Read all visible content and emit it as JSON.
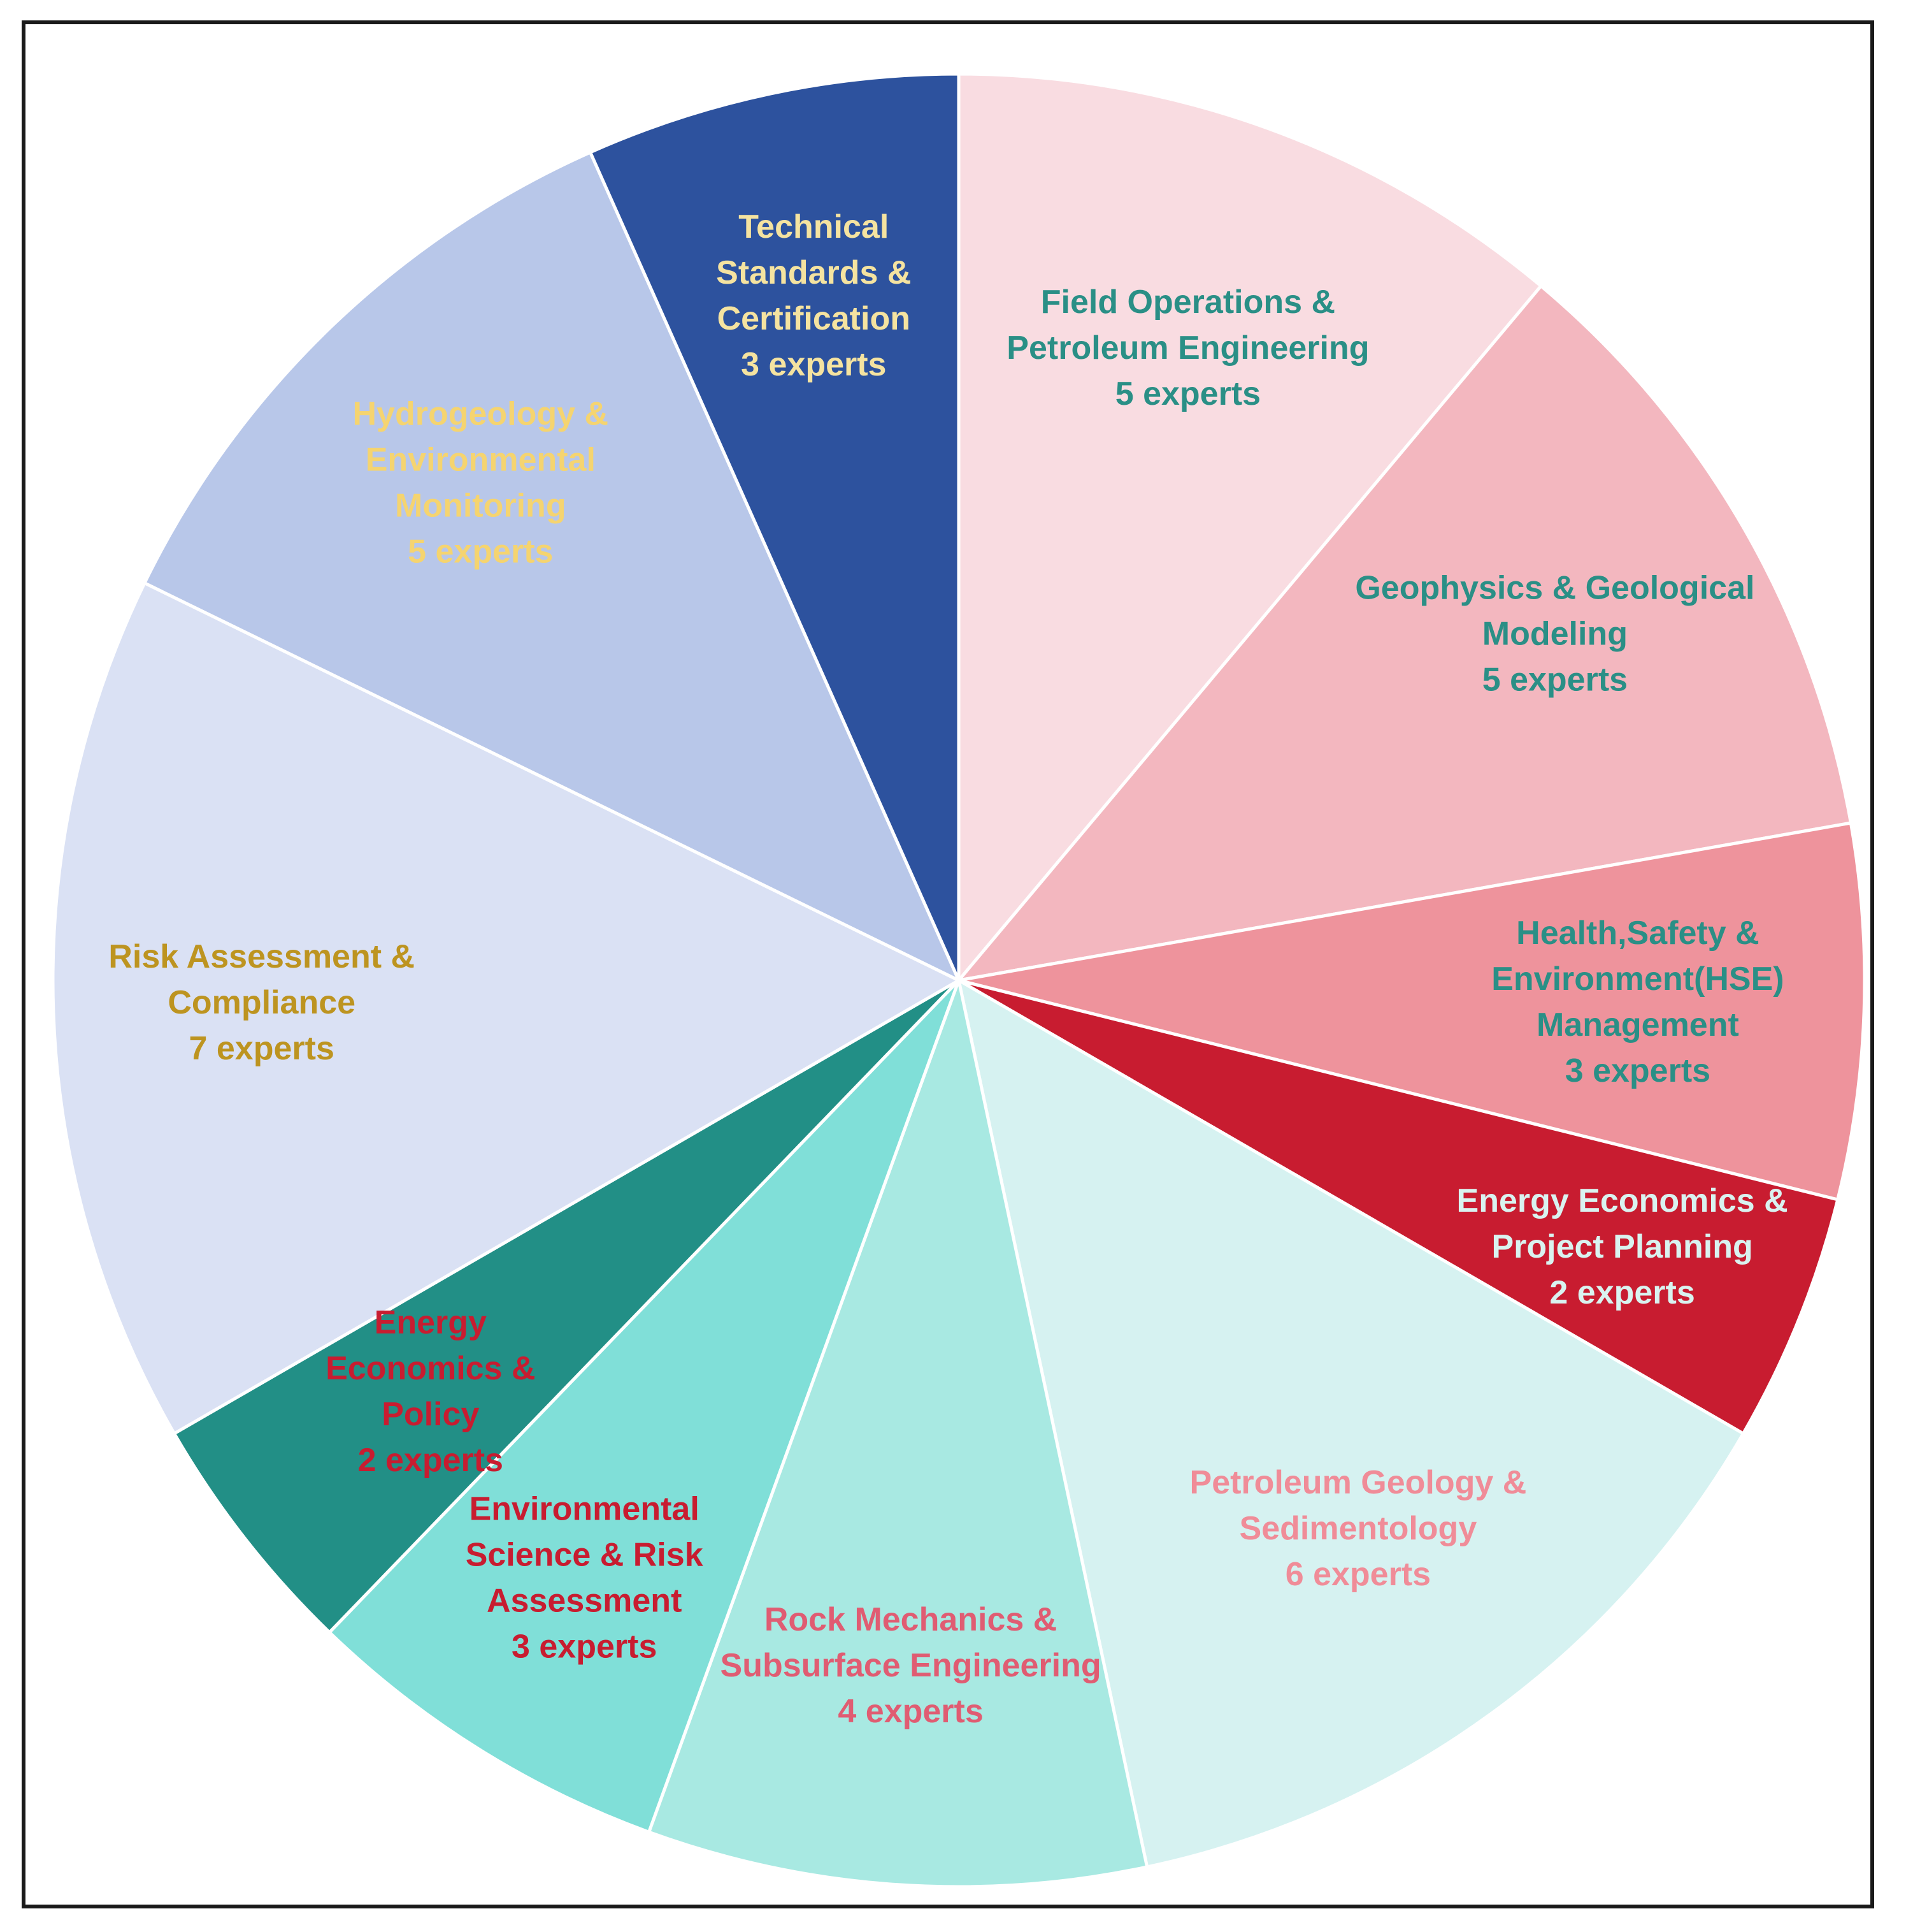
{
  "chart_data": {
    "type": "pie",
    "title": "",
    "start": "top",
    "direction": "clockwise",
    "legend": "none",
    "slices": [
      {
        "label": "Field Operations & Petroleum Engineering",
        "lines": [
          "Field Operations &",
          "Petroleum Engineering",
          "5 experts"
        ],
        "value": 5,
        "color": "#F9DCE1",
        "label_color": "#2A8F86"
      },
      {
        "label": "Geophysics & Geological Modeling",
        "lines": [
          "Geophysics & Geological",
          "Modeling",
          "5 experts"
        ],
        "value": 5,
        "color": "#F3B7BF",
        "label_color": "#2A8F86"
      },
      {
        "label": "Health,Safety & Environment(HSE) Management",
        "lines": [
          "Health,Safety &",
          "Environment(HSE)",
          "Management",
          "3 experts"
        ],
        "value": 3,
        "color": "#EE939C",
        "label_color": "#2A8F86"
      },
      {
        "label": "Energy Economics & Project Planning",
        "lines": [
          "Energy Economics &",
          "Project Planning",
          "2 experts"
        ],
        "value": 2,
        "color": "#C81C30",
        "label_color": "#D9F3F0"
      },
      {
        "label": "Petroleum Geology & Sedimentology",
        "lines": [
          "Petroleum Geology &",
          "Sedimentology",
          "6 experts"
        ],
        "value": 6,
        "color": "#D6F2F1",
        "label_color": "#F08C98"
      },
      {
        "label": "Rock Mechanics & Subsurface Engineering",
        "lines": [
          "Rock Mechanics &",
          "Subsurface Engineering",
          "4 experts"
        ],
        "value": 4,
        "color": "#A8E9E2",
        "label_color": "#E05C72"
      },
      {
        "label": "Environmental Science & Risk Assessment",
        "lines": [
          "Environmental",
          "Science & Risk",
          "Assessment",
          "3 experts"
        ],
        "value": 3,
        "color": "#80DFD8",
        "label_color": "#C81C30"
      },
      {
        "label": "Energy Economics & Policy",
        "lines": [
          "Energy",
          "Economics &",
          "Policy",
          "2 experts"
        ],
        "value": 2,
        "color": "#228F86",
        "label_color": "#C81C30"
      },
      {
        "label": "Risk Assessment & Compliance",
        "lines": [
          "Risk Assessment &",
          "Compliance",
          "7 experts"
        ],
        "value": 7,
        "color": "#DAE1F4",
        "label_color": "#BD9420"
      },
      {
        "label": "Hydrogeology & Environmental Monitoring",
        "lines": [
          "Hydrogeology &",
          "Environmental",
          "Monitoring",
          "5 experts"
        ],
        "value": 5,
        "color": "#B8C7E9",
        "label_color": "#F5D470"
      },
      {
        "label": "Technical Standards & Certification",
        "lines": [
          "Technical",
          "Standards &",
          "Certification",
          "3 experts"
        ],
        "value": 3,
        "color": "#2D529E",
        "label_color": "#F5E3A0"
      }
    ]
  }
}
